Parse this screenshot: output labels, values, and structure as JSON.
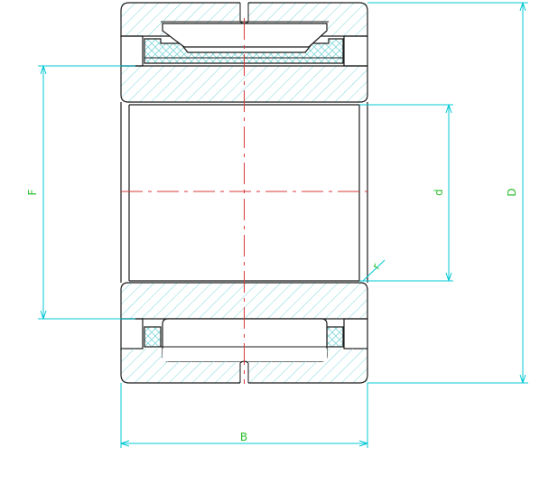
{
  "dimensions": {
    "F": "F",
    "d": "d",
    "D": "D",
    "B": "B",
    "r": "r"
  },
  "colors": {
    "outline": "#1a1a1a",
    "hatch": "#7fd7dc",
    "dimension": "#00c8d4",
    "dimension_text": "#2fbf2f",
    "centerline": "#d93a3a",
    "background": "#ffffff"
  }
}
